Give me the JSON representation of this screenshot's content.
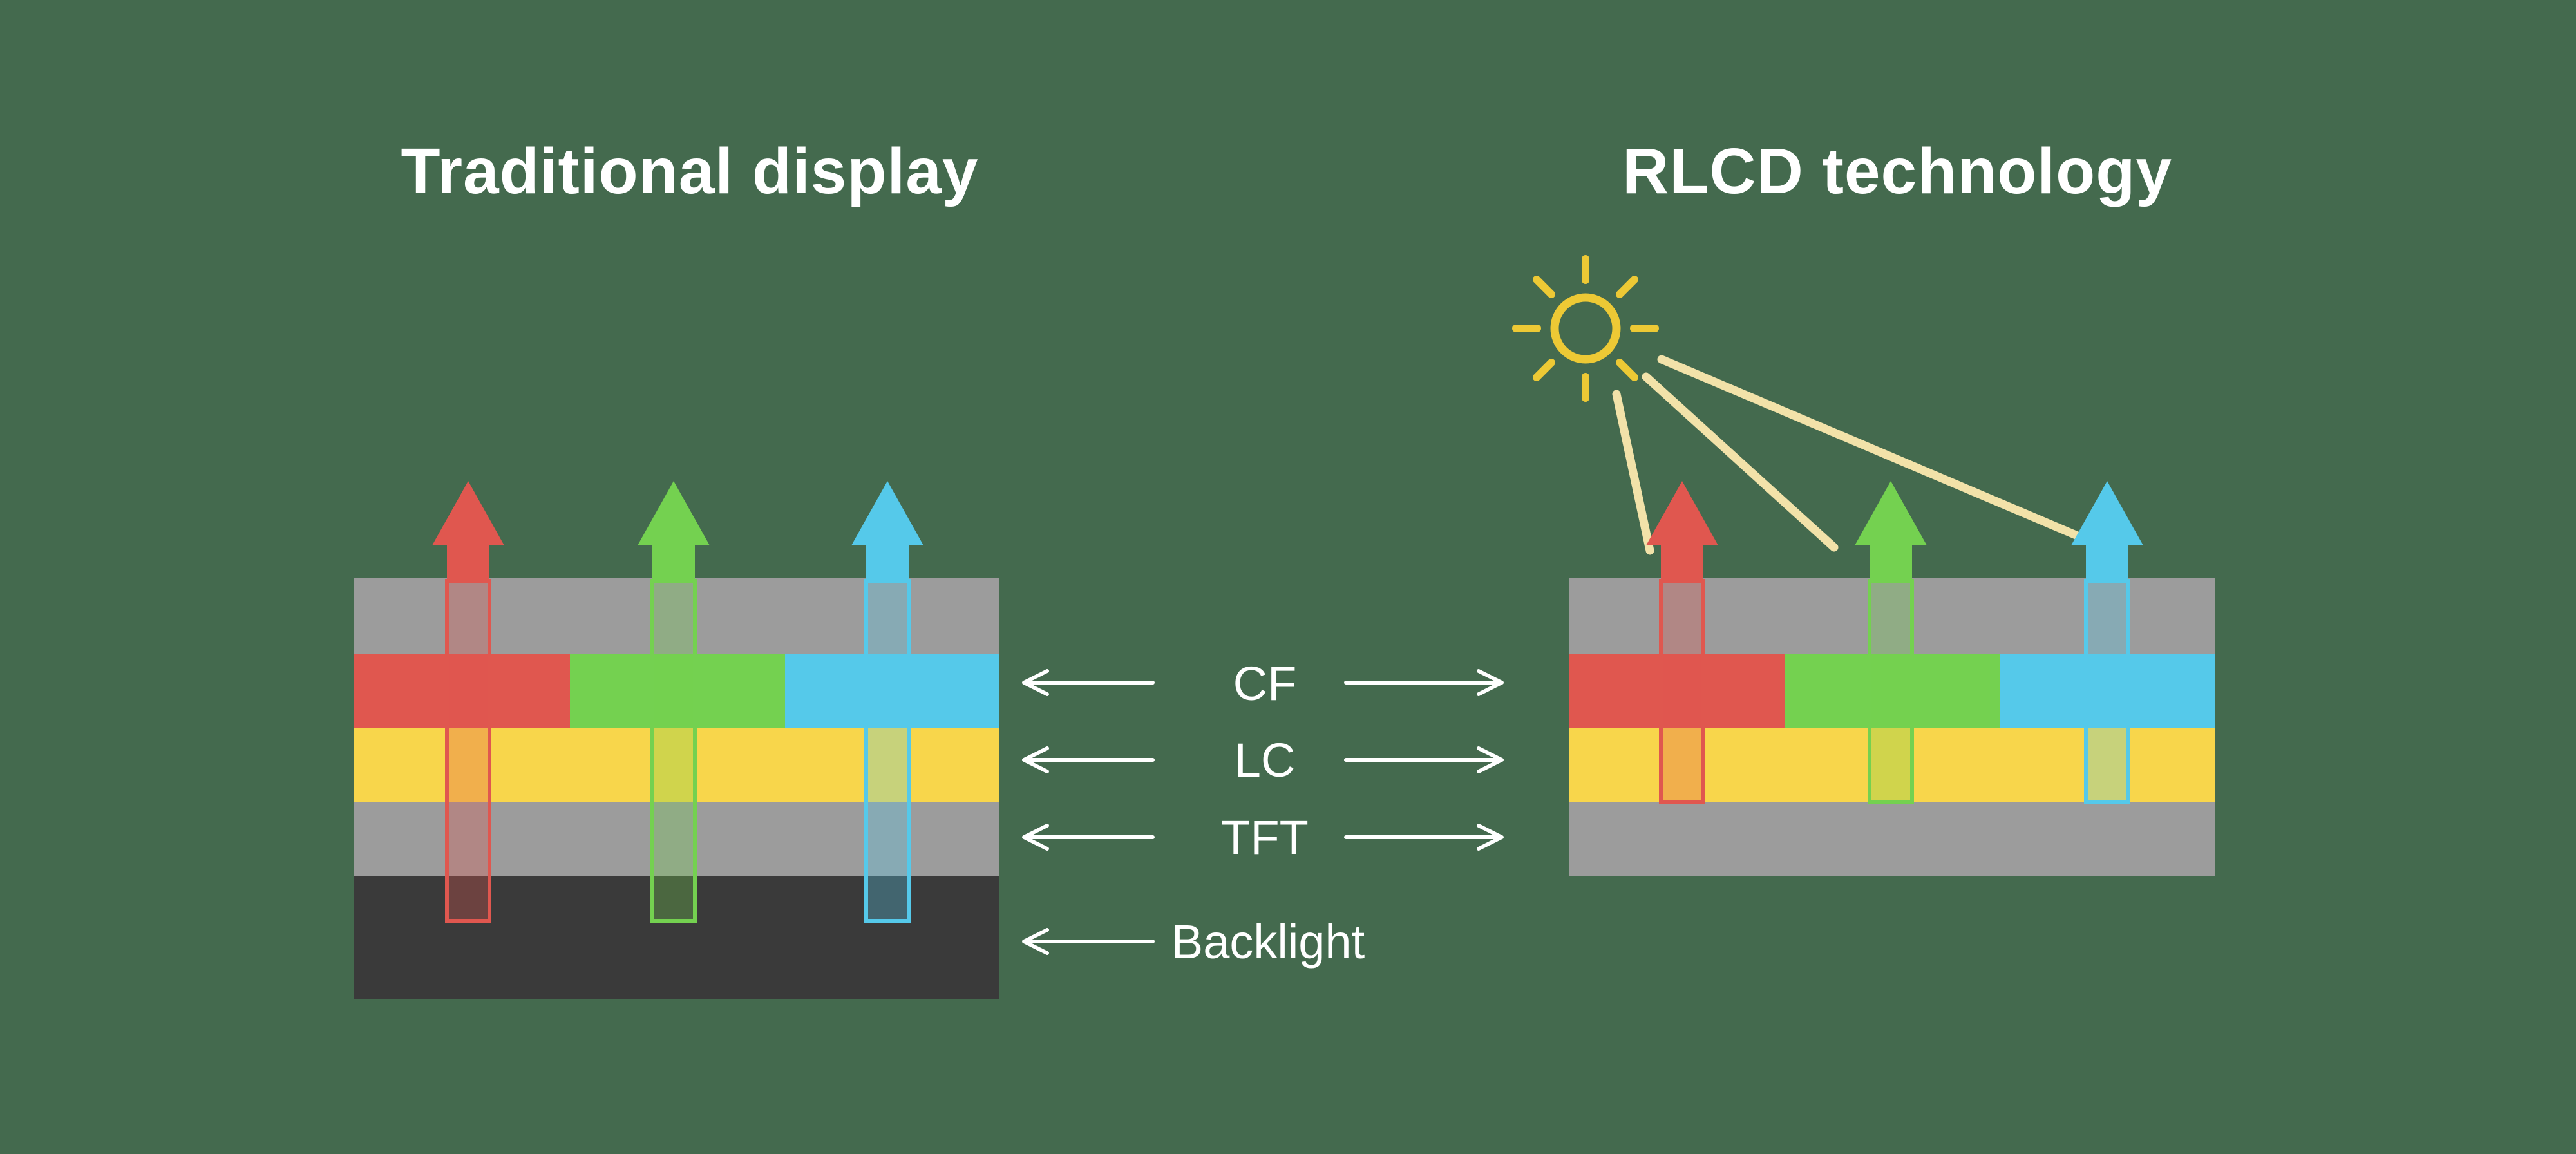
{
  "titles": {
    "left": "Traditional display",
    "right": "RLCD technology"
  },
  "layer_labels": {
    "cf": "CF",
    "lc": "LC",
    "tft": "TFT",
    "backlight": "Backlight"
  },
  "icons": {
    "sun": "sun-icon",
    "up_arrows": [
      "red-up-arrow",
      "green-up-arrow",
      "blue-up-arrow"
    ],
    "pointer_arrows": [
      "left-arrow",
      "right-arrow"
    ]
  },
  "colors": {
    "background": "#446A4E",
    "text": "#FFFFFF",
    "glass_gray": "#9C9C9C",
    "backlight_dark": "#3A3A3A",
    "cf_red": "#E0574F",
    "cf_green": "#74D150",
    "cf_blue": "#55C9EA",
    "lc_yellow": "#F8D64B",
    "sun_yellow": "#EDC935",
    "ray_cream": "#F2E2A9",
    "arrow_white": "#FFFFFF"
  }
}
